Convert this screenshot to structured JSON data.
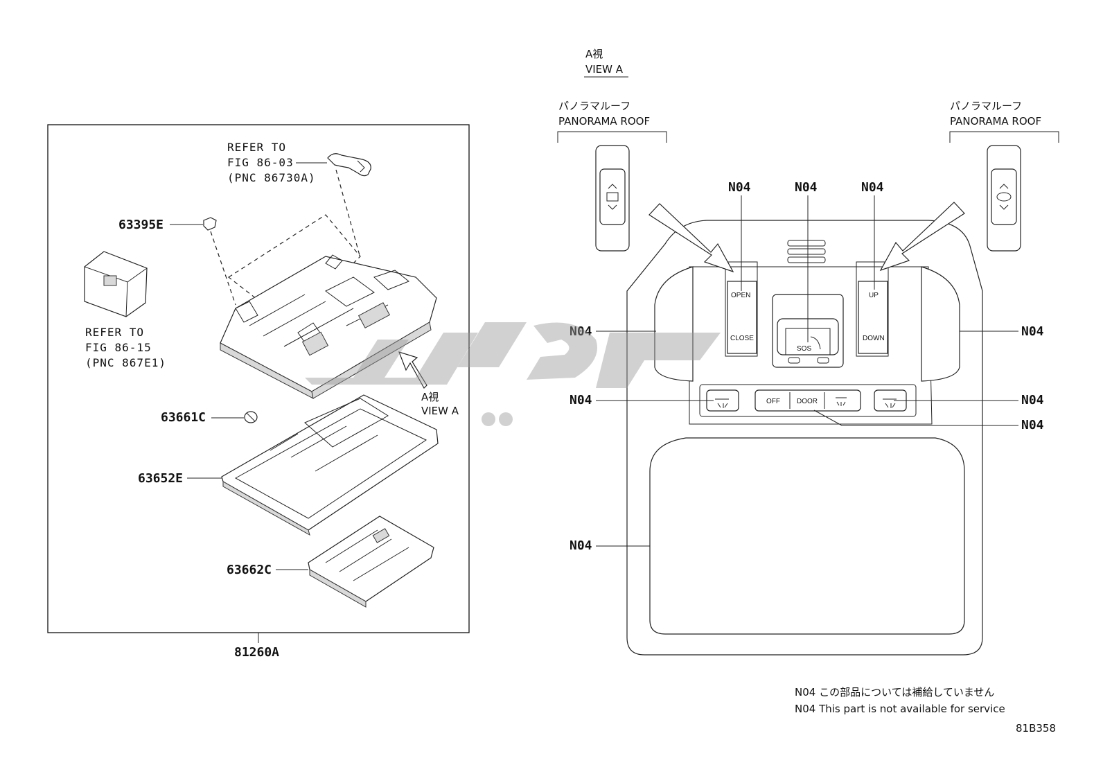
{
  "left_panel": {
    "refer_top": [
      "REFER TO",
      "FIG 86-03",
      "(PNC 86730A)"
    ],
    "refer_left": [
      "REFER TO",
      "FIG 86-15",
      "(PNC 867E1)"
    ],
    "view_a_arrow_label": [
      "A視",
      "VIEW A"
    ],
    "parts": [
      "63395E",
      "63661C",
      "63652E",
      "63662C"
    ],
    "assembly_label": "81260A"
  },
  "right_panel": {
    "view_title": [
      "A視",
      "VIEW A"
    ],
    "panorama_left": [
      "パノラマルーフ",
      "PANORAMA ROOF"
    ],
    "panorama_right": [
      "パノラマルーフ",
      "PANORAMA ROOF"
    ],
    "callout": "N04",
    "switch_left": [
      "OPEN",
      "CLOSE"
    ],
    "switch_right": [
      "UP",
      "DOWN"
    ],
    "sos_label": "SOS",
    "lamp_buttons": [
      "OFF",
      "DOOR"
    ]
  },
  "notes": {
    "ja": "N04 この部品については補給していません",
    "en": "N04 This part is not available for service"
  },
  "figure_id": "81B358"
}
